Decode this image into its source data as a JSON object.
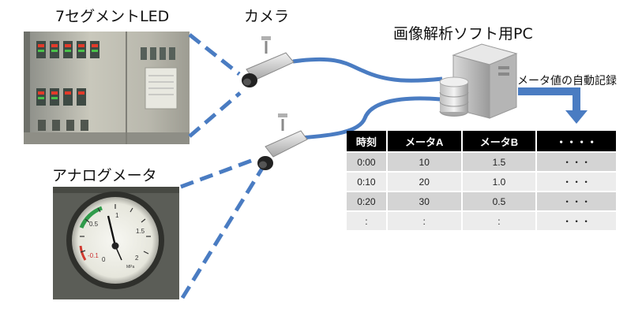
{
  "labels": {
    "seven_segment": "7セグメントLED",
    "camera": "カメラ",
    "pc": "画像解析ソフト用PC",
    "record": "メータ値の自動記録",
    "analog": "アナログメータ"
  },
  "table": {
    "headers": [
      "時刻",
      "メータA",
      "メータB",
      "・・・・"
    ],
    "rows": [
      [
        "0:00",
        "10",
        "1.5",
        "・・・"
      ],
      [
        "0:10",
        "20",
        "1.0",
        "・・・"
      ],
      [
        "0:20",
        "30",
        "0.5",
        "・・・"
      ],
      [
        ":",
        ":",
        ":",
        "・・・"
      ]
    ]
  },
  "gauge": {
    "ticks": [
      "0.5",
      "1",
      "1.5",
      "-0.1",
      "0",
      "2"
    ],
    "unit": "MPa"
  },
  "colors": {
    "link": "#4a7cc2",
    "arrow": "#4a7cc2",
    "header_bg": "#000000"
  }
}
